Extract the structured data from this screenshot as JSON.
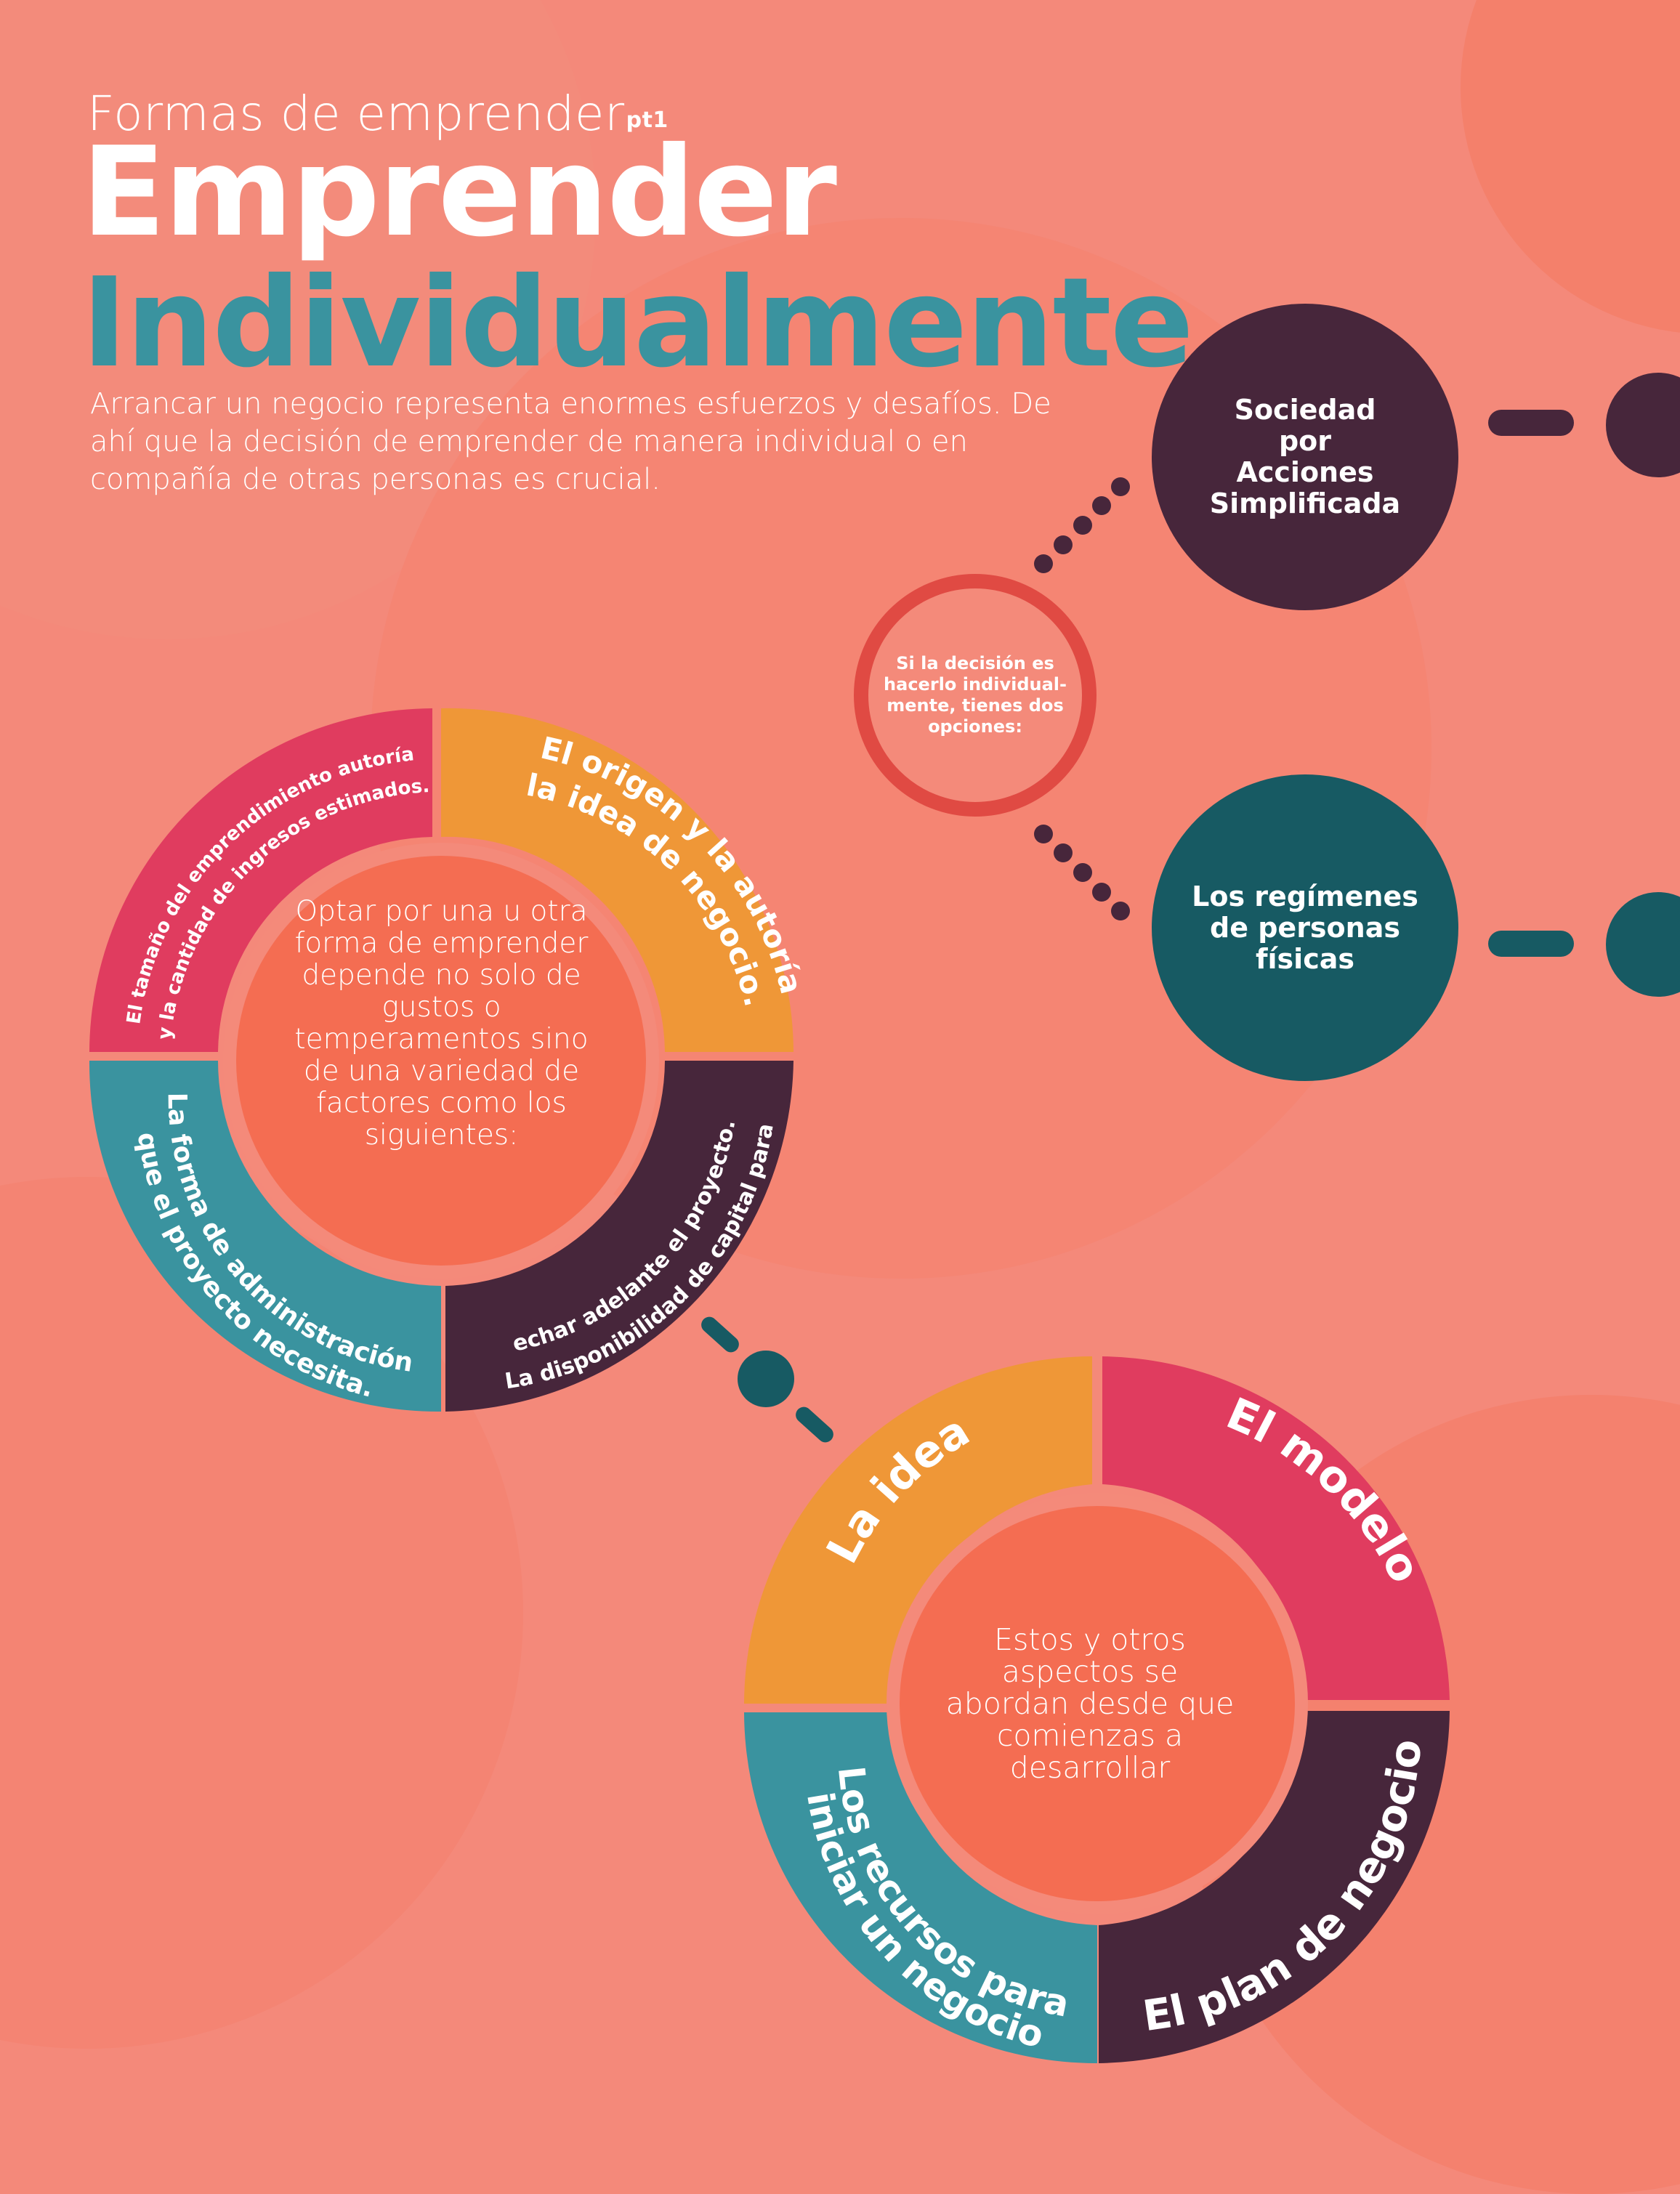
{
  "header": {
    "kicker": "Formas de emprender",
    "kicker_suffix": "pt1",
    "title": "Emprender",
    "subtitle": "Individualmente",
    "intro": "Arrancar un negocio representa enormes esfuerzos y desafíos. De ahí que la decisión de emprender de manera individual o en compañía de otras personas es crucial."
  },
  "decision": {
    "text": "Si la decisión es hacerlo individual-mente, tienes dos opciones:",
    "options": [
      {
        "label": "Sociedad por Acciones Simplificada",
        "color": "#47263b"
      },
      {
        "label": "Los regímenes de personas físicas",
        "color": "#175a63"
      }
    ]
  },
  "factors_wheel": {
    "center_text": "Optar por una u otra forma de emprender depende no solo de gustos o temperamentos sino de una variedad de factores como los siguientes:",
    "segments": [
      {
        "position": "top-left",
        "color": "#e03c5f",
        "line1": "El tamaño del emprendimiento autoría",
        "line2": "y la cantidad de ingresos estimados."
      },
      {
        "position": "top-right",
        "color": "#ef9737",
        "line1": "El origen y la autoría",
        "line2": "la idea de negocio."
      },
      {
        "position": "bottom-right",
        "color": "#47263b",
        "line1": "La disponibilidad de capital para",
        "line2": "echar adelante el proyecto."
      },
      {
        "position": "bottom-left",
        "color": "#3a939f",
        "line1": "La forma de administración",
        "line2": "que el proyecto necesita."
      }
    ]
  },
  "aspects_wheel": {
    "center_text": "Estos y otros aspectos se abordan desde que comienzas a desarrollar",
    "segments": [
      {
        "position": "top-left",
        "color": "#ef9737",
        "line1": "La idea",
        "line2": ""
      },
      {
        "position": "top-right",
        "color": "#e03c5f",
        "line1": "El modelo",
        "line2": ""
      },
      {
        "position": "bottom-right",
        "color": "#47263b",
        "line1": "El plan de negocio",
        "line2": ""
      },
      {
        "position": "bottom-left",
        "color": "#3a939f",
        "line1": "Los recursos para",
        "line2": "iniciar un negocio"
      }
    ]
  },
  "colors": {
    "background": "#f4897a",
    "accent_teal": "#3a939f",
    "dark_teal": "#175a63",
    "plum": "#47263b",
    "pink": "#e03c5f",
    "orange": "#ef9737",
    "ring_red": "#e04a43"
  }
}
